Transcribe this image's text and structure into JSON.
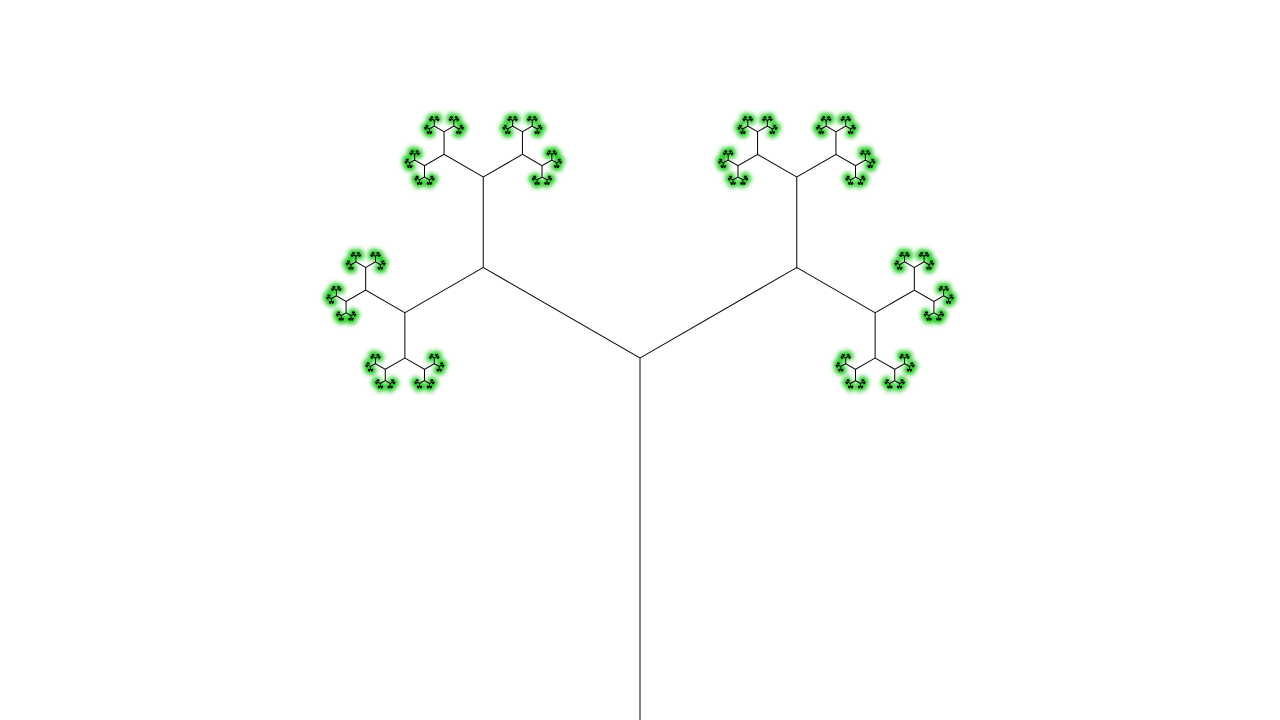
{
  "scene": {
    "background_color": "#ffffff",
    "branch_color": "#000000",
    "leaf_color": "#22cc22",
    "recursion_depth": 11,
    "branch_angle_degrees": 120,
    "length_ratio": 0.5
  }
}
